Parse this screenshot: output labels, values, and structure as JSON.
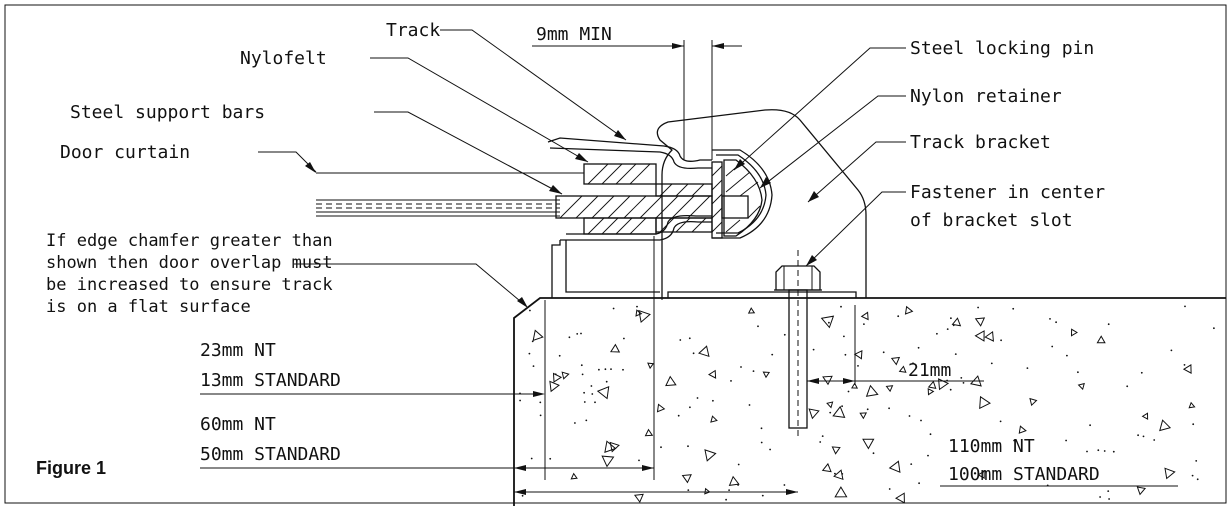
{
  "figure_label": "Figure 1",
  "labels": {
    "track": "Track",
    "nylofelt": "Nylofelt",
    "steel_support_bars": "Steel support bars",
    "door_curtain": "Door curtain",
    "clearance": "9mm MIN",
    "steel_locking_pin": "Steel locking pin",
    "nylon_retainer": "Nylon retainer",
    "track_bracket": "Track bracket",
    "fastener_line1": "Fastener in center",
    "fastener_line2": "of bracket slot",
    "chamfer_line1": "If edge chamfer greater than",
    "chamfer_line2": "shown then door overlap must",
    "chamfer_line3": "be increased to ensure track",
    "chamfer_line4": "is on a flat surface"
  },
  "dimensions": {
    "overlap_nt": "23mm NT",
    "overlap_std": "13mm STANDARD",
    "track_nt": "60mm NT",
    "track_std": "50mm STANDARD",
    "edge_to_fastener": "21mm",
    "fastener_nt": "110mm NT",
    "fastener_std": "100mm STANDARD"
  }
}
